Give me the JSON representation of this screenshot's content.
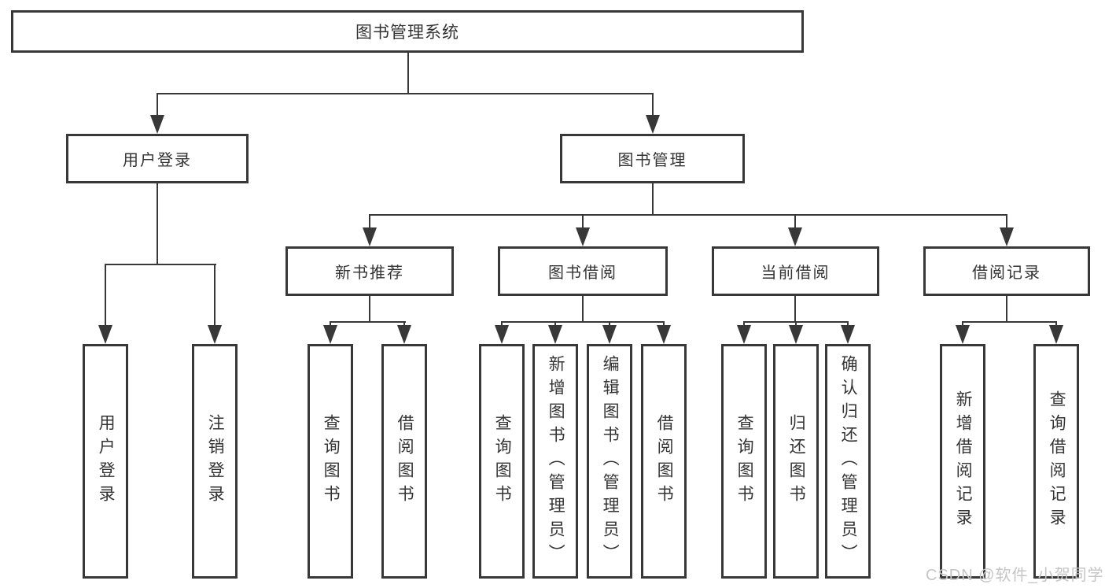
{
  "diagram_title": "图书管理系统",
  "nodes": {
    "root": "图书管理系统",
    "user_login": "用户登录",
    "book_mgmt": "图书管理",
    "new_book_rec": "新书推荐",
    "book_borrow": "图书借阅",
    "current_borrow": "当前借阅",
    "borrow_records": "借阅记录",
    "leaf_user_login": "用户登录",
    "leaf_logout": "注销登录",
    "leaf_query_book_rec": "查询图书",
    "leaf_borrow_book_rec": "借阅图书",
    "leaf_query_book_borrow": "查询图书",
    "leaf_add_book_admin": "新增图书（管理员）",
    "leaf_edit_book_admin": "编辑图书（管理员）",
    "leaf_borrow_book_borrow": "借阅图书",
    "leaf_query_book_current": "查询图书",
    "leaf_return_book": "归还图书",
    "leaf_confirm_return_admin": "确认归还（管理员）",
    "leaf_add_borrow_record": "新增借阅记录",
    "leaf_query_borrow_record": "查询借阅记录"
  },
  "watermark": {
    "text": "CSDN @软件_小贺同学"
  },
  "colors": {
    "line": "#383838",
    "text": "#333333",
    "background": "#ffffff",
    "watermark": "#c5c5c5"
  }
}
